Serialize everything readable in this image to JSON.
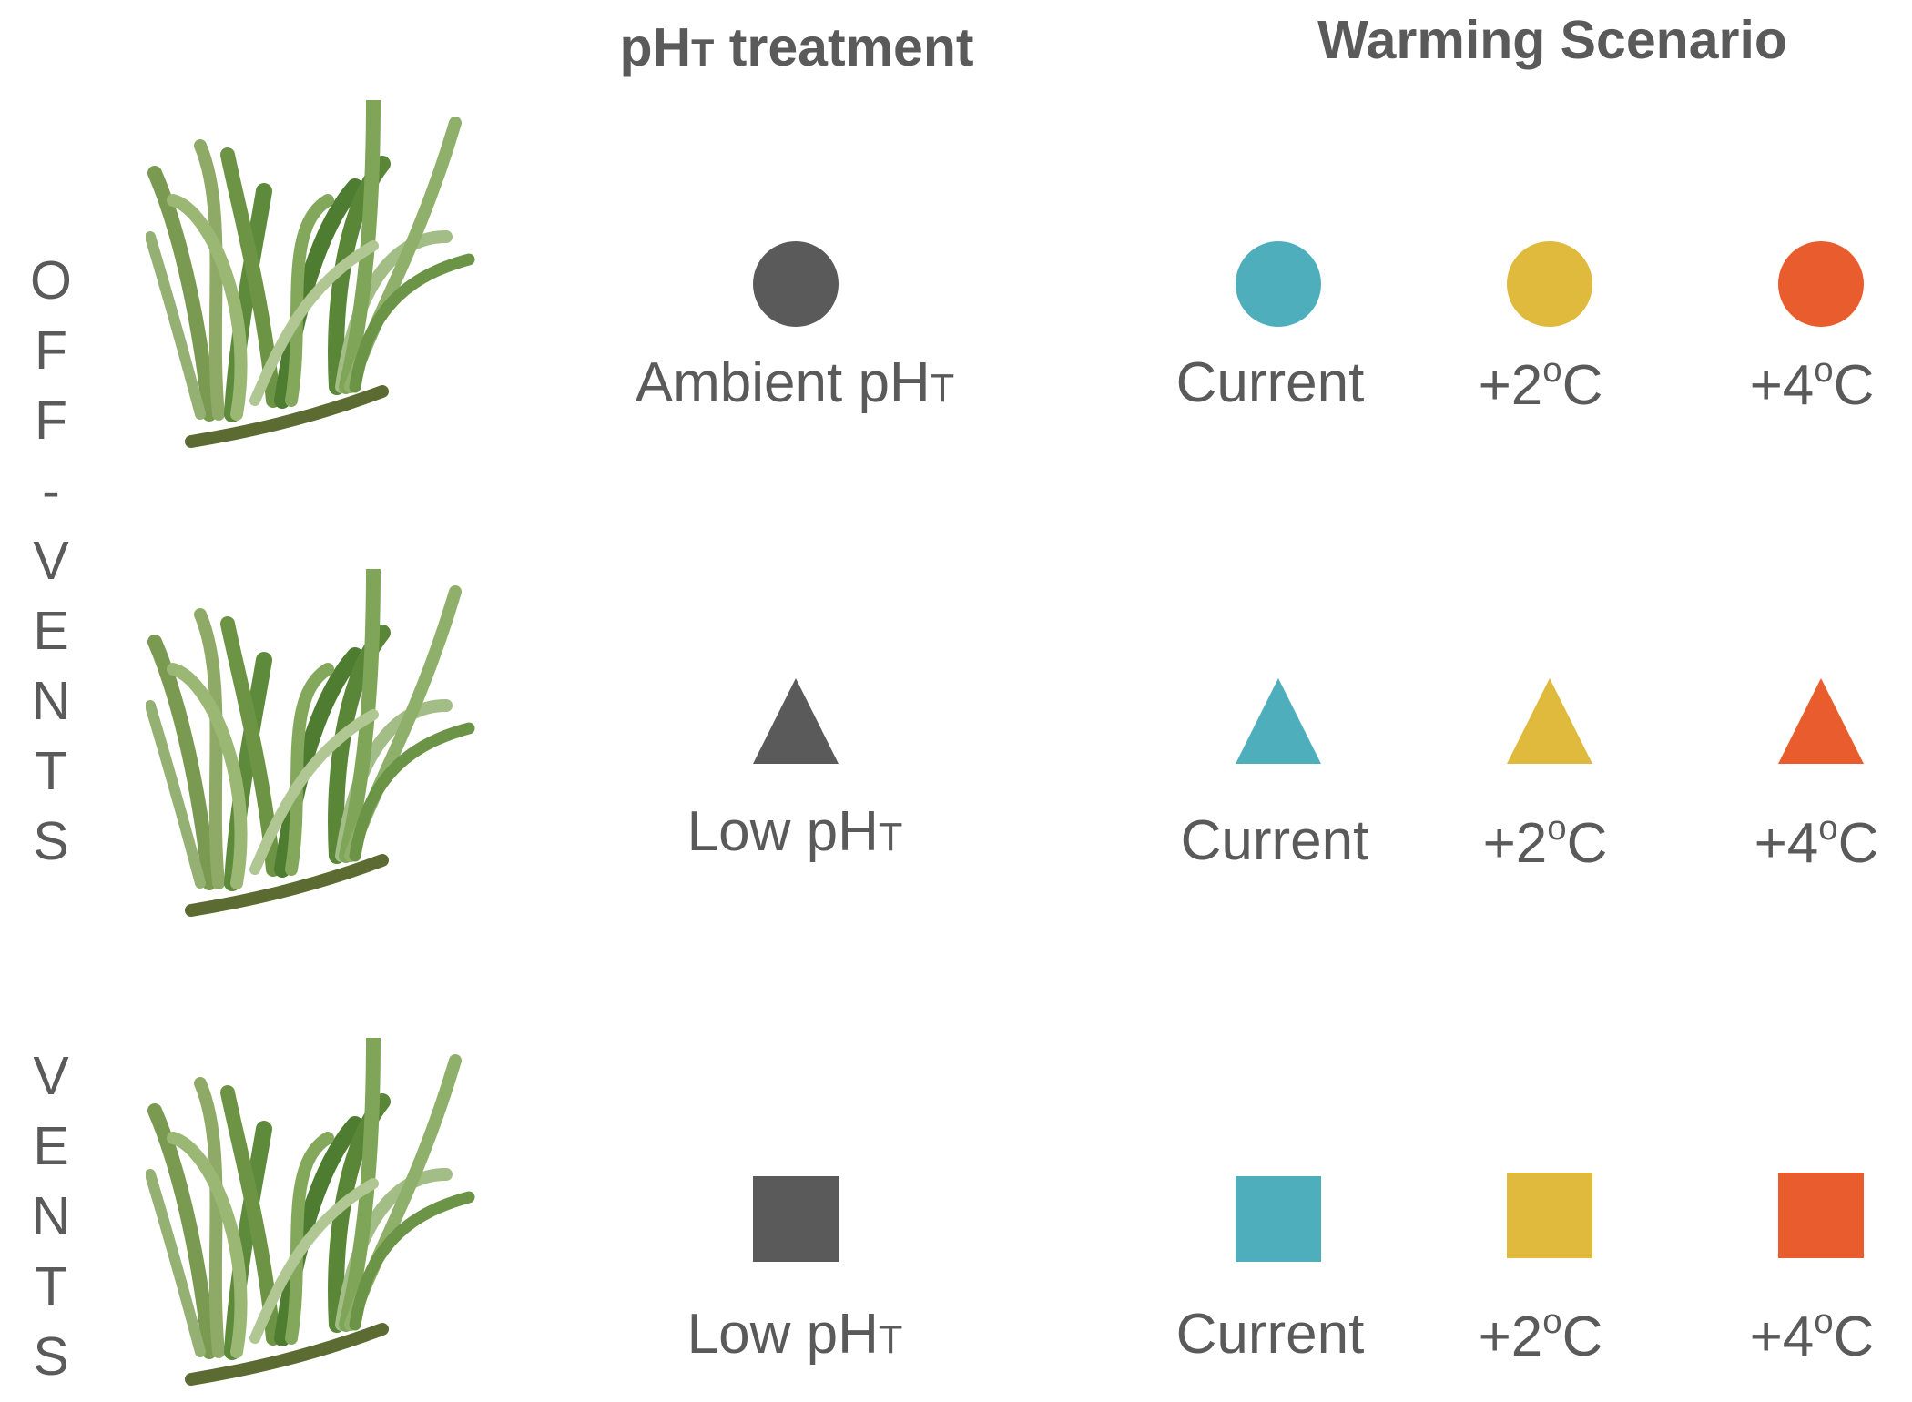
{
  "headers": {
    "ph_main": "pH",
    "ph_sub": "T",
    "ph_rest": " treatment",
    "warming": "Warming Scenario"
  },
  "side_labels": {
    "off_vents": [
      "O",
      "F",
      "F",
      "-",
      "V",
      "E",
      "N",
      "T",
      "S"
    ],
    "vents": [
      "V",
      "E",
      "N",
      "T",
      "S"
    ]
  },
  "colors": {
    "ph_marker": "#5a5a5a",
    "current": "#4faebb",
    "plus2": "#dfba3c",
    "plus4": "#e85c2e"
  },
  "rows": [
    {
      "shape": "circle",
      "ph_label_main": "Ambient pH",
      "ph_label_sub": "T",
      "current": "Current",
      "plus2_a": "+2",
      "plus2_deg": "o",
      "plus2_b": "C",
      "plus4_a": "+4",
      "plus4_deg": "o",
      "plus4_b": "C"
    },
    {
      "shape": "triangle",
      "ph_label_main": "Low pH",
      "ph_label_sub": "T",
      "current": "Current",
      "plus2_a": "+2",
      "plus2_deg": "o",
      "plus2_b": "C",
      "plus4_a": "+4",
      "plus4_deg": "o",
      "plus4_b": "C"
    },
    {
      "shape": "square",
      "ph_label_main": "Low pH",
      "ph_label_sub": "T",
      "current": "Current",
      "plus2_a": "+2",
      "plus2_deg": "o",
      "plus2_b": "C",
      "plus4_a": "+4",
      "plus4_deg": "o",
      "plus4_b": "C"
    }
  ]
}
